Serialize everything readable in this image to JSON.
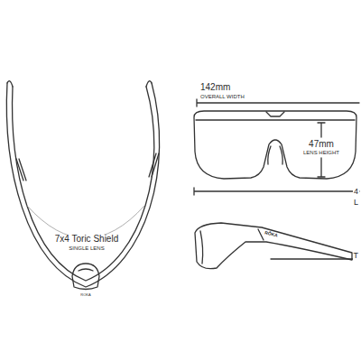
{
  "diagram": {
    "labels": [
      "142mm",
      "OVERALL WIDTH",
      "47mm",
      "LENS HEIGHT",
      "4",
      "L",
      "7x4 Toric Shield",
      "SINGLE LENS",
      "ROKA",
      "RŌKA",
      "T"
    ]
  }
}
